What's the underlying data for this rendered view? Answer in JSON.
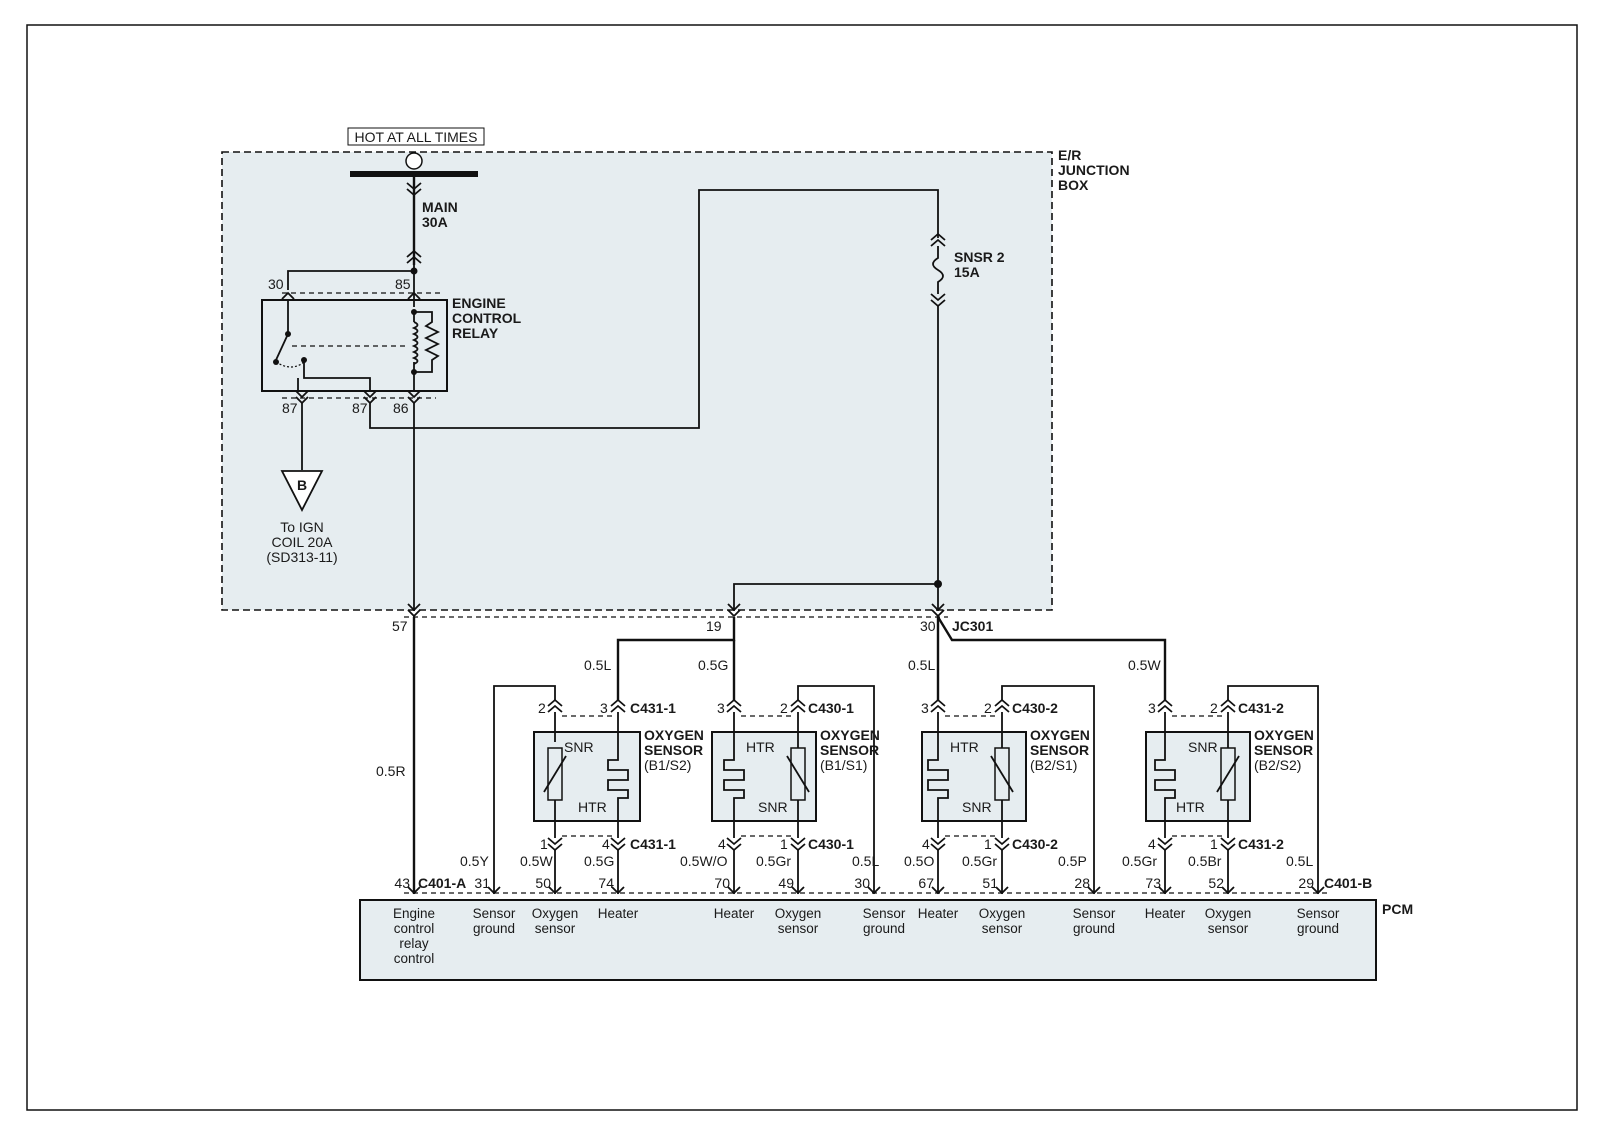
{
  "power_source": "HOT AT ALL TIMES",
  "junction_box": {
    "line1": "E/R",
    "line2": "JUNCTION",
    "line3": "BOX"
  },
  "fuse_main": {
    "line1": "MAIN",
    "line2": "30A"
  },
  "fuse_snsr": {
    "line1": "SNSR  2",
    "line2": "15A"
  },
  "relay": {
    "line1": "ENGINE",
    "line2": "CONTROL",
    "line3": "RELAY",
    "pin30": "30",
    "pin85": "85",
    "pin87a": "87",
    "pin87b": "87",
    "pin86": "86"
  },
  "ign_ref": {
    "symbol": "B",
    "line1": "To IGN",
    "line2": "COIL 20A",
    "line3": "(SD313-11)"
  },
  "jbox_pins": {
    "p57": "57",
    "p19": "19",
    "p30": "30",
    "jc": "JC301"
  },
  "wires": {
    "w_0_5L_a": "0.5L",
    "w_0_5G": "0.5G",
    "w_0_5L_b": "0.5L",
    "w_0_5W_top": "0.5W",
    "w_0_5R": "0.5R",
    "s1_0_5Y": "0.5Y",
    "s1_0_5W": "0.5W",
    "s1_0_5G": "0.5G",
    "s2_0_5WO": "0.5W/O",
    "s2_0_5Gr": "0.5Gr",
    "s2_0_5L": "0.5L",
    "s3_0_5O": "0.5O",
    "s3_0_5Gr": "0.5Gr",
    "s3_0_5P": "0.5P",
    "s4_0_5Gr": "0.5Gr",
    "s4_0_5Br": "0.5Br",
    "s4_0_5L": "0.5L"
  },
  "sensors": [
    {
      "name1": "OXYGEN",
      "name2": "SENSOR",
      "pos": "(B1/S2)",
      "conn": "C431-1",
      "pin_tl": "2",
      "pin_tr": "3",
      "pin_bl": "1",
      "pin_br": "4",
      "lbl_top": "SNR",
      "lbl_bot": "HTR"
    },
    {
      "name1": "OXYGEN",
      "name2": "SENSOR",
      "pos": "(B1/S1)",
      "conn": "C430-1",
      "pin_tl": "3",
      "pin_tr": "2",
      "pin_bl": "4",
      "pin_br": "1",
      "lbl_top": "HTR",
      "lbl_bot": "SNR"
    },
    {
      "name1": "OXYGEN",
      "name2": "SENSOR",
      "pos": "(B2/S1)",
      "conn": "C430-2",
      "pin_tl": "3",
      "pin_tr": "2",
      "pin_bl": "4",
      "pin_br": "1",
      "lbl_top": "HTR",
      "lbl_bot": "SNR"
    },
    {
      "name1": "OXYGEN",
      "name2": "SENSOR",
      "pos": "(B2/S2)",
      "conn": "C431-2",
      "pin_tl": "3",
      "pin_tr": "2",
      "pin_bl": "4",
      "pin_br": "1",
      "lbl_top": "SNR",
      "lbl_bot": "HTR"
    }
  ],
  "pcm": {
    "label": "PCM",
    "conn_a": "C401-A",
    "conn_b": "C401-B",
    "pins": [
      "43",
      "31",
      "50",
      "74",
      "70",
      "49",
      "30",
      "67",
      "51",
      "28",
      "73",
      "52",
      "29"
    ],
    "fn_ecr": [
      "Engine",
      "control",
      "relay",
      "control"
    ],
    "fn_sensor_ground": [
      "Sensor",
      "ground"
    ],
    "fn_oxygen_sensor": [
      "Oxygen",
      "sensor"
    ],
    "fn_heater": "Heater"
  }
}
